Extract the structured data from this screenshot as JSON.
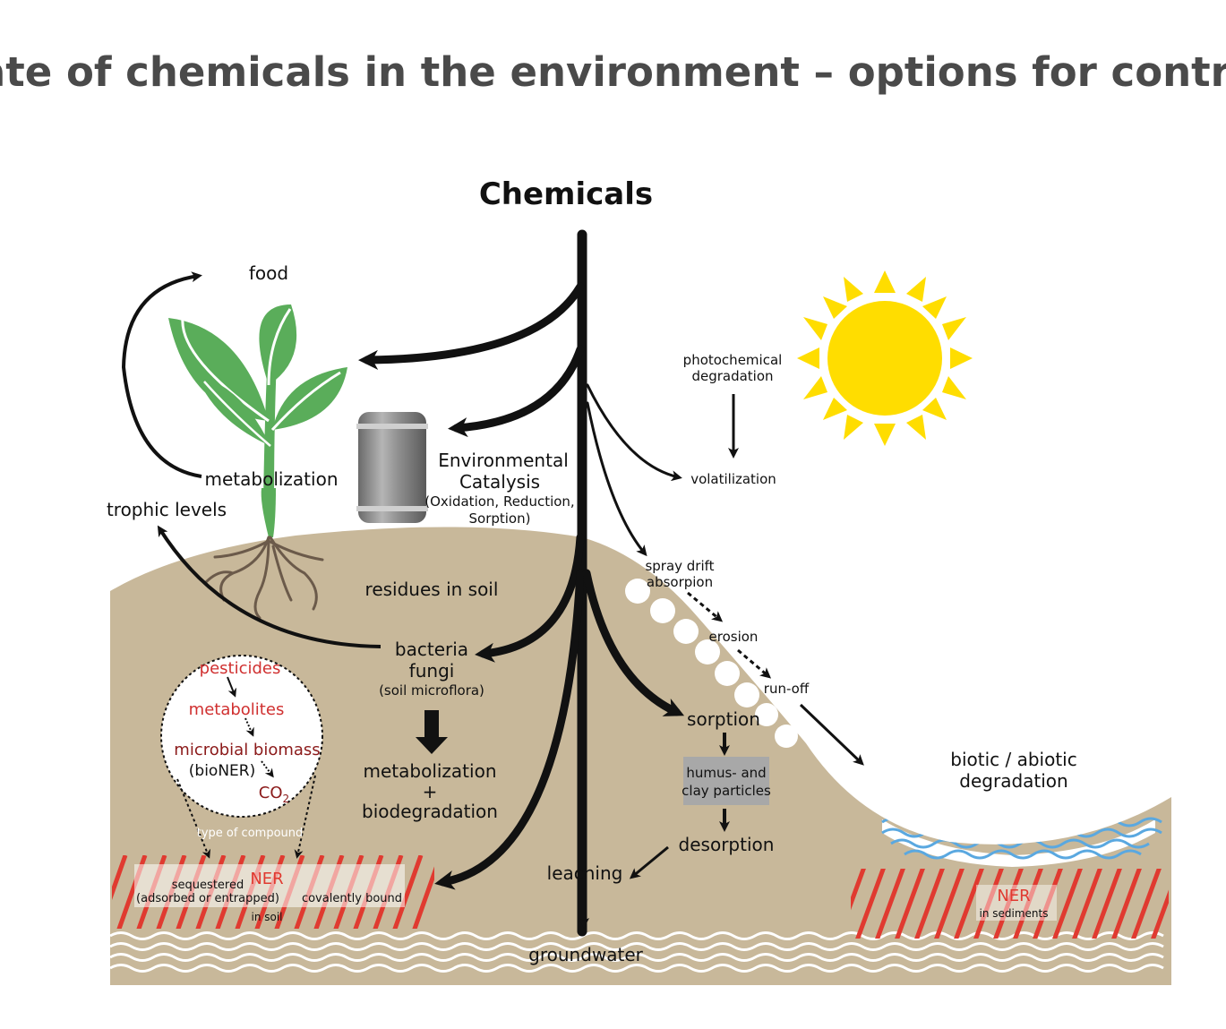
{
  "title": "Fate of chemicals in the environment – options for control",
  "chemicals": "Chemicals",
  "labels": {
    "food": "food",
    "metabolization_plant": "metabolization",
    "trophic_levels": "trophic levels",
    "env_catalysis_1": "Environmental",
    "env_catalysis_2": "Catalysis",
    "env_catalysis_3": "(Oxidation, Reduction,",
    "env_catalysis_4": "Sorption)",
    "photochem_1": "photochemical",
    "photochem_2": "degradation",
    "volatilization": "volatilization",
    "spray_drift_1": "spray drift",
    "spray_drift_2": "absorpion",
    "erosion": "erosion",
    "run_off": "run-off",
    "residues": "residues in soil",
    "bacteria": "bacteria",
    "fungi": "fungi",
    "soil_microflora": "(soil microflora)",
    "metab_soil": "metabolization",
    "plus": "+",
    "biodegradation": "biodegradation",
    "sorption": "sorption",
    "humus_1": "humus- and",
    "humus_2": "clay particles",
    "desorption": "desorption",
    "leaching": "leaching",
    "groundwater": "groundwater",
    "biotic_1": "biotic / abiotic",
    "biotic_2": "degradation",
    "pesticides": "pesticides",
    "metabolites": "metabolites",
    "microbial_biomass": "microbial biomass",
    "bioNER": "(bioNER)",
    "co2": "CO",
    "co2_sub": "2",
    "type_of_compound": "type of compound",
    "sequestered": "sequestered",
    "adsorbed": "(adsorbed or entrapped)",
    "ner_soil": "NER",
    "covalently": "covalently bound",
    "in_soil": "in soil",
    "ner_sed": "NER",
    "in_sediments": "in sediments"
  },
  "colors": {
    "title": "#4a4a4a",
    "soil": "#c8b89a",
    "leaf": "#5aad5a",
    "stem": "#5aad5a",
    "root": "#6b5a4a",
    "sun": "#ffdd00",
    "water": "#5aa8e0",
    "ner_red": "#e03a30",
    "text_red": "#d03030",
    "text_darkred": "#8b1a1a",
    "barrel": "#8a8a8a",
    "humus_box": "#a8a8a8"
  }
}
